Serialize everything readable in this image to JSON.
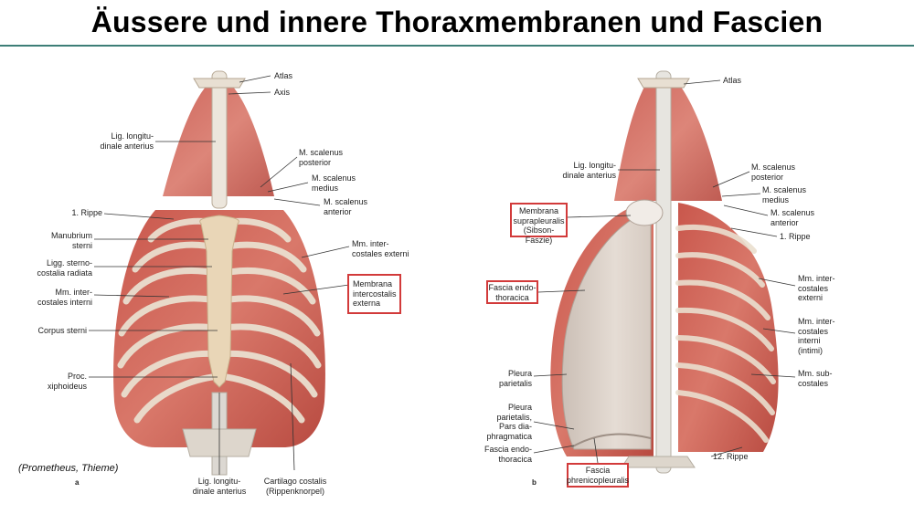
{
  "slide": {
    "title": "Äussere und innere Thoraxmembranen und Fascien",
    "credit": "(Prometheus, Thieme)",
    "accent_color": "#3d7e77",
    "highlight_color": "#d23a3a"
  },
  "figure_a": {
    "panel": "a",
    "labels": {
      "atlas": "Atlas",
      "axis": "Axis",
      "lig_long_top": "Lig. longitu-\ndinale anterius",
      "scal_post": "M. scalenus\nposterior",
      "scal_med": "M. scalenus\nmedius",
      "scal_ant": "M. scalenus\nanterior",
      "rippe1": "1. Rippe",
      "manubrium": "Manubrium\nsterni",
      "ligg_sterno": "Ligg. sterno-\ncostalia radiata",
      "mm_intercost_ext": "Mm. inter-\ncostales externi",
      "membrana_ext": "Membrana\nintercostalis\nexterna",
      "mm_intercost_int": "Mm. inter-\ncostales interni",
      "corpus": "Corpus sterni",
      "proc": "Proc.\nxiphoideus",
      "lig_long_bottom": "Lig. longitu-\ndinale anterius",
      "cartilago": "Cartilago costalis\n(Rippenknorpel)"
    }
  },
  "figure_b": {
    "panel": "b",
    "labels": {
      "atlas": "Atlas",
      "lig_long": "Lig. longitu-\ndinale anterius",
      "scal_post": "M. scalenus\nposterior",
      "membrana_supra": "Membrana\nsuprapleuralis\n(Sibson-Faszie)",
      "scal_med": "M. scalenus\nmedius",
      "scal_ant": "M. scalenus\nanterior",
      "rippe1": "1. Rippe",
      "fascia_endo_top": "Fascia endo-\nthoracica",
      "mm_intercost_ext": "Mm. inter-\ncostales\nexterni",
      "mm_intercost_int": "Mm. inter-\ncostales\ninterni\n(intimi)",
      "pleura_par": "Pleura\nparietalis",
      "mm_subcost": "Mm. sub-\ncostales",
      "pleura_diaph": "Pleura\nparietalis,\nPars dia-\nphragmatica",
      "fascia_endo_bottom": "Fascia endo-\nthoracica",
      "rippe12": "12. Rippe",
      "fascia_phren": "Fascia\nphrenicopleuralis"
    }
  }
}
